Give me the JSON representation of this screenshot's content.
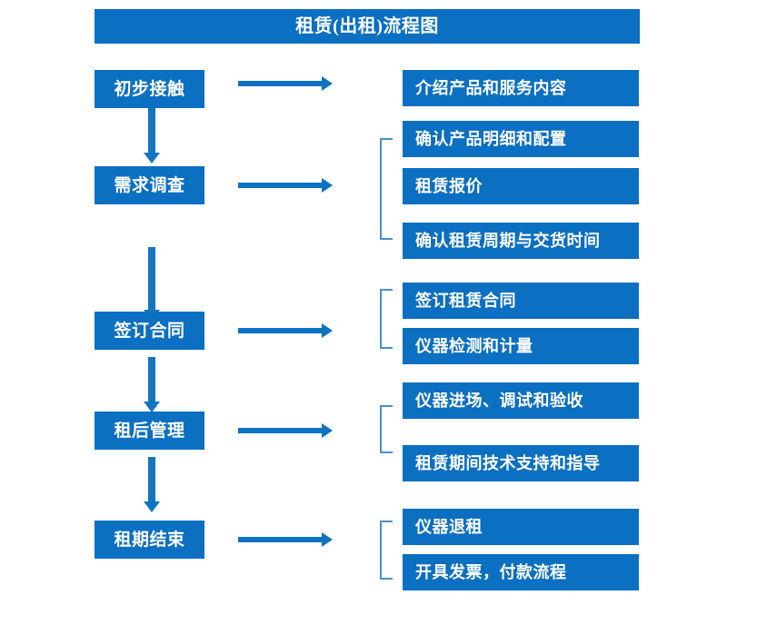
{
  "title": "租赁(出租)流程图",
  "colors": {
    "box_fill": "#0b6fc2",
    "box_text": "#ffffff",
    "arrow": "#0d72c0",
    "bracket": "#4a8fcd",
    "page_background": "#ffffff"
  },
  "stages": [
    {
      "label": "初步接触",
      "details": [
        "介绍产品和服务内容"
      ],
      "has_bracket": false
    },
    {
      "label": "需求调查",
      "details": [
        "确认产品明细和配置",
        "租赁报价",
        "确认租赁周期与交货时间"
      ],
      "has_bracket": true
    },
    {
      "label": "签订合同",
      "details": [
        "签订租赁合同",
        "仪器检测和计量"
      ],
      "has_bracket": true
    },
    {
      "label": "租后管理",
      "details": [
        "仪器进场、调试和验收",
        "租赁期间技术支持和指导"
      ],
      "has_bracket": true
    },
    {
      "label": "租期结束",
      "details": [
        "仪器退租",
        "开具发票，付款流程"
      ],
      "has_bracket": true
    }
  ],
  "connectors": {
    "stage_to_detail_arrow": "right-arrow",
    "stage_to_stage_arrow": "down-arrow",
    "arrow_count_horizontal": 5,
    "arrow_count_vertical": 4
  }
}
